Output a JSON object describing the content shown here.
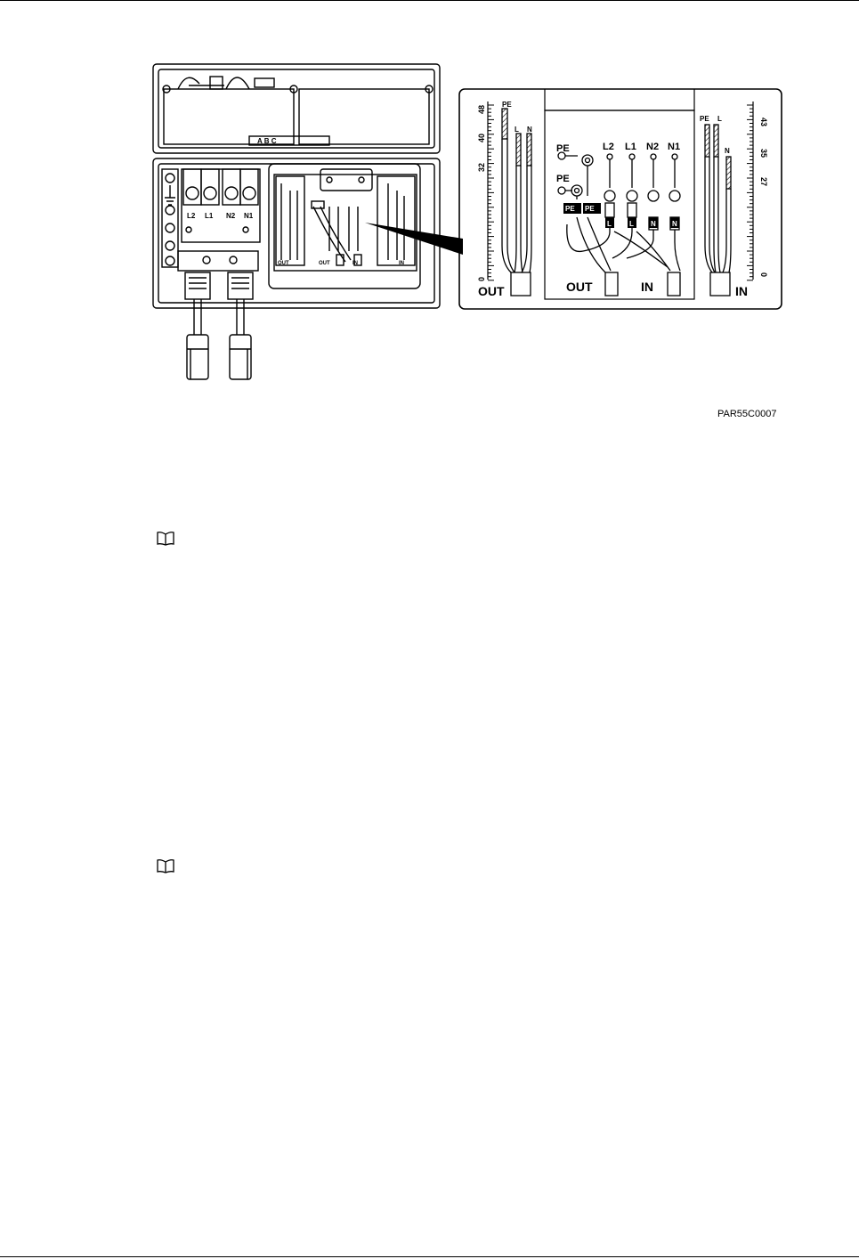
{
  "figure": {
    "id": "PAR55C0007",
    "callout": {
      "out_label": "OUT",
      "in_label": "IN",
      "out_scale_ticks": [
        "48",
        "40",
        "32",
        "0"
      ],
      "in_scale_ticks": [
        "43",
        "35",
        "27",
        "0"
      ],
      "out_wires": [
        "PE",
        "L",
        "N"
      ],
      "in_wires": [
        "PE",
        "L",
        "N"
      ],
      "terminals_top": [
        "PE",
        "L2",
        "L1",
        "N2",
        "N1"
      ],
      "terminal_pe": "PE",
      "pe_boxes": [
        "PE",
        "PE"
      ],
      "terminal_boxes": [
        "L",
        "L",
        "N",
        "N"
      ]
    },
    "device": {
      "label_strip": "A B C",
      "terminal_labels": [
        "L2",
        "L1",
        "N2",
        "N1"
      ],
      "mini_out": "OUT",
      "mini_in": "IN"
    }
  },
  "notes": [
    {
      "icon": "book-note-icon"
    },
    {
      "icon": "book-note-icon"
    }
  ]
}
